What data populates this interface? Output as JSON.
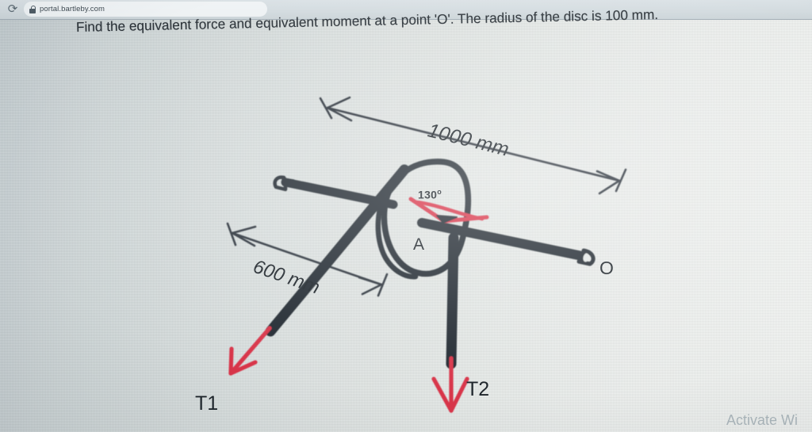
{
  "browser": {
    "reload_icon": "reload-icon",
    "lock_icon": "lock-icon",
    "url": "portal.bartleby.com"
  },
  "question": {
    "text": "Find the equivalent force and equivalent moment at a point 'O'. The radius of the disc is 100 mm."
  },
  "diagram": {
    "type": "hand-drawn-free-body-diagram",
    "labels": {
      "dim_top": "1000 mm",
      "dim_left": "600 mm",
      "angle": "130",
      "angle_unit": "o",
      "point_a": "A",
      "point_o": "O",
      "force_t1": "T1",
      "force_t2": "T2"
    },
    "colors": {
      "ink": "#232b33",
      "force": "#d8344a",
      "paper": "#e3e8e7"
    }
  },
  "watermark": {
    "text": "Activate Wi"
  }
}
